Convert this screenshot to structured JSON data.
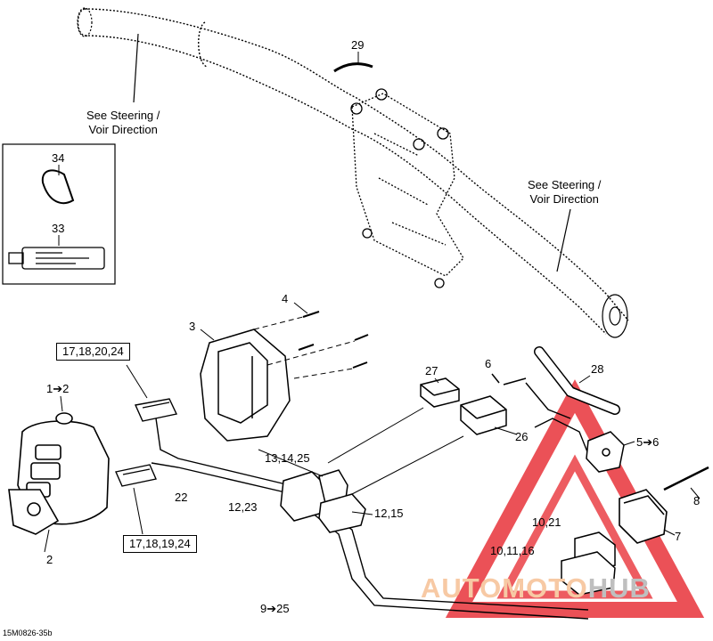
{
  "diagram": {
    "notes": {
      "steering_top": [
        "See Steering /",
        "Voir Direction"
      ],
      "steering_right": [
        "See Steering /",
        "Voir Direction"
      ]
    },
    "labels": {
      "p29": "29",
      "p34": "34",
      "p33": "33",
      "p4": "4",
      "p3": "3",
      "p1_2": "1➔2",
      "p17a": "17,18,20,24",
      "p27": "27",
      "p6": "6",
      "p28": "28",
      "p26": "26",
      "p5_6": "5➔6",
      "p13": "13,14,25",
      "p22": "22",
      "p12_23": "12,23",
      "p12_15": "12,15",
      "p8": "8",
      "p10_21": "10,21",
      "p7": "7",
      "p10_11_16": "10,11,16",
      "p2": "2",
      "p17b": "17,18,19,24",
      "p9_25": "9➔25"
    },
    "figure_code": "15M0826-35b",
    "watermark": {
      "part1": "AUTOMOTO",
      "part2": "HUB"
    },
    "colors": {
      "line": "#000000",
      "watermark_red": "#e8333a",
      "watermark_orange": "#f7c9a4",
      "watermark_gray": "#bfbfbf"
    }
  }
}
